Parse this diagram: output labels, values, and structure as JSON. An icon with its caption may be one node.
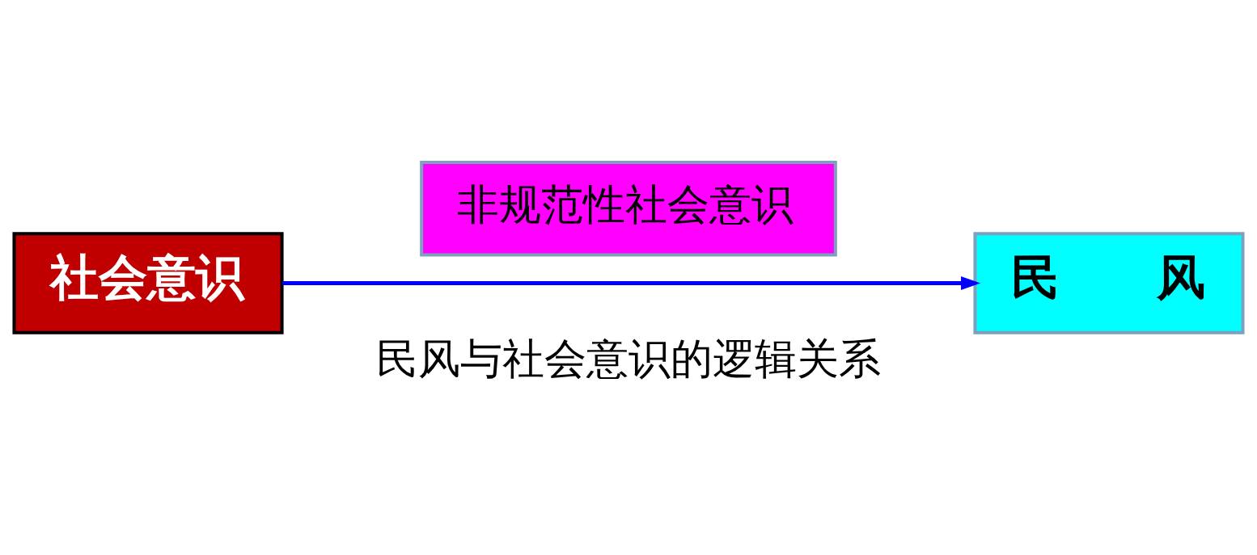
{
  "diagram": {
    "caption": "民风与社会意识的逻辑关系",
    "nodes": [
      {
        "text": [
          "社会意识"
        ]
      },
      {
        "text": [
          "非规范性社会意识"
        ]
      },
      {
        "text": [
          "民　　风"
        ]
      }
    ],
    "edges": [
      {
        "from": 0,
        "to": 2,
        "arrow": "to",
        "color": "#0000ff"
      }
    ]
  }
}
